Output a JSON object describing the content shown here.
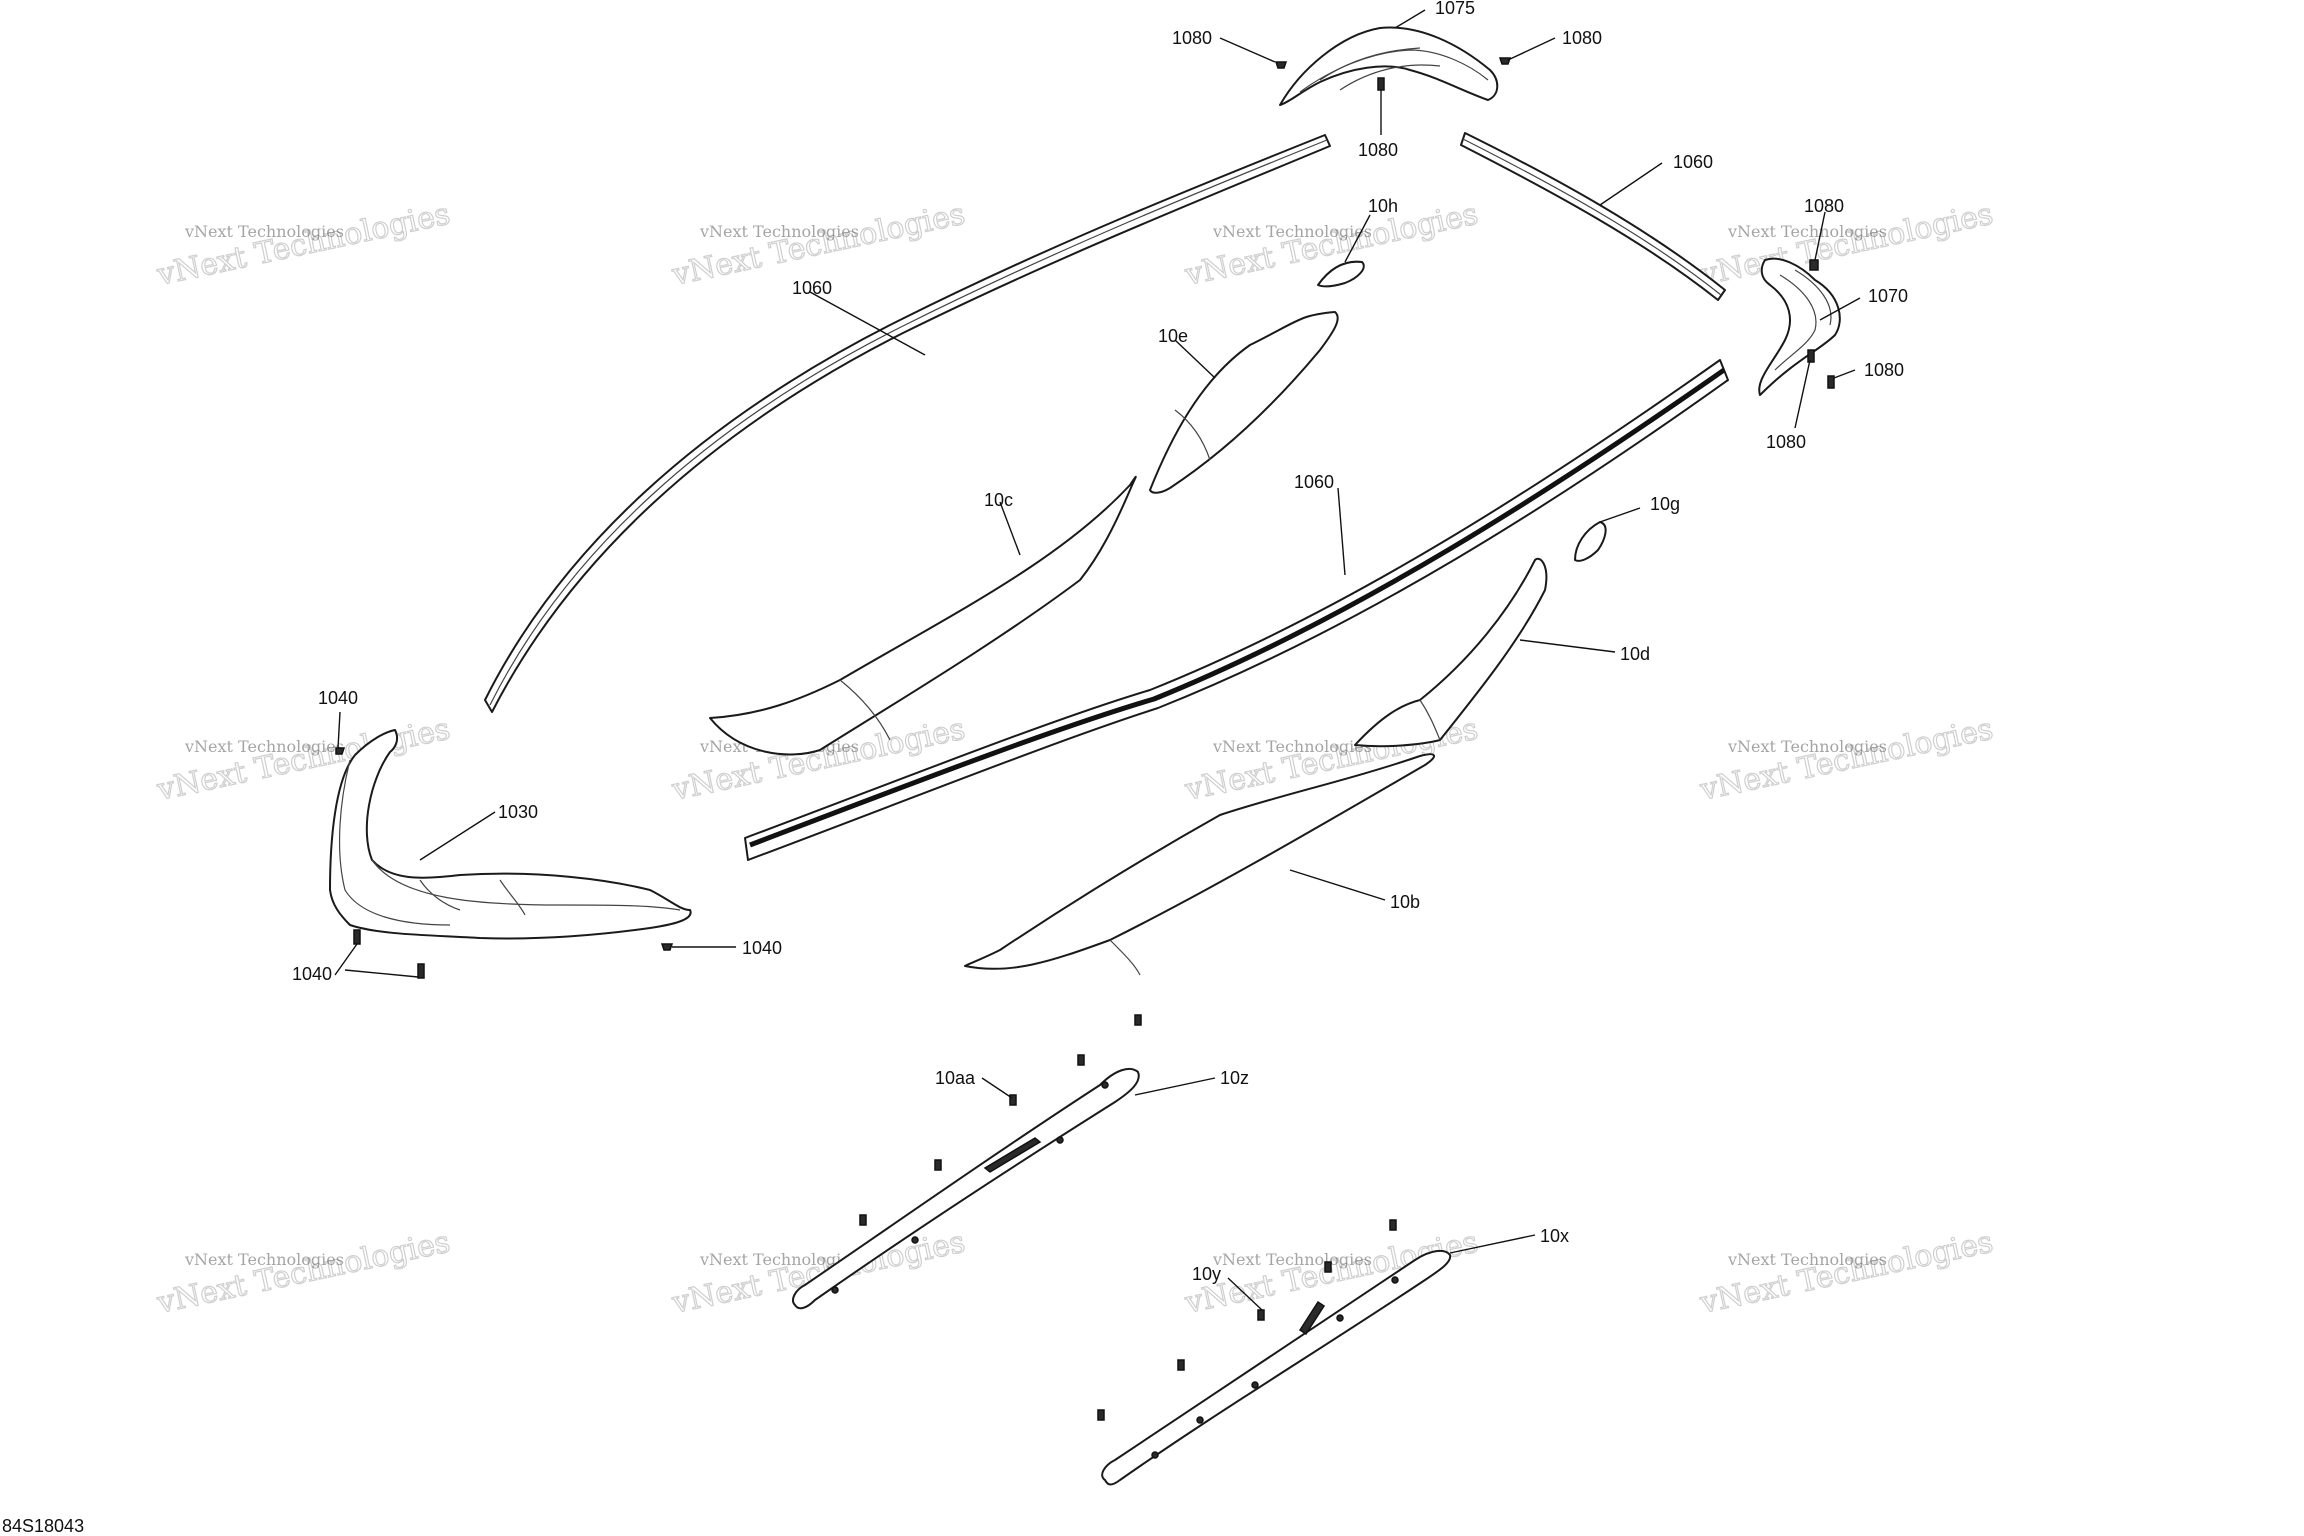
{
  "diagram": {
    "reference_number": "84S18043",
    "watermark": {
      "line1": "vNext Technologies",
      "line2": "vNext Technologies"
    },
    "callouts": [
      {
        "id": "c1075",
        "text": "1075"
      },
      {
        "id": "c1080a",
        "text": "1080"
      },
      {
        "id": "c1080b",
        "text": "1080"
      },
      {
        "id": "c1080c",
        "text": "1080"
      },
      {
        "id": "c1060a",
        "text": "1060"
      },
      {
        "id": "c1060b",
        "text": "1060"
      },
      {
        "id": "c1060c",
        "text": "1060"
      },
      {
        "id": "c10h",
        "text": "10h"
      },
      {
        "id": "c1080d",
        "text": "1080"
      },
      {
        "id": "c1070",
        "text": "1070"
      },
      {
        "id": "c1080e",
        "text": "1080"
      },
      {
        "id": "c1080f",
        "text": "1080"
      },
      {
        "id": "c10e",
        "text": "10e"
      },
      {
        "id": "c10c",
        "text": "10c"
      },
      {
        "id": "c10g",
        "text": "10g"
      },
      {
        "id": "c10d",
        "text": "10d"
      },
      {
        "id": "c1040a",
        "text": "1040"
      },
      {
        "id": "c1030",
        "text": "1030"
      },
      {
        "id": "c1040b",
        "text": "1040"
      },
      {
        "id": "c1040c",
        "text": "1040"
      },
      {
        "id": "c10b",
        "text": "10b"
      },
      {
        "id": "c10aa",
        "text": "10aa"
      },
      {
        "id": "c10z",
        "text": "10z"
      },
      {
        "id": "c10x",
        "text": "10x"
      },
      {
        "id": "c10y",
        "text": "10y"
      }
    ]
  }
}
